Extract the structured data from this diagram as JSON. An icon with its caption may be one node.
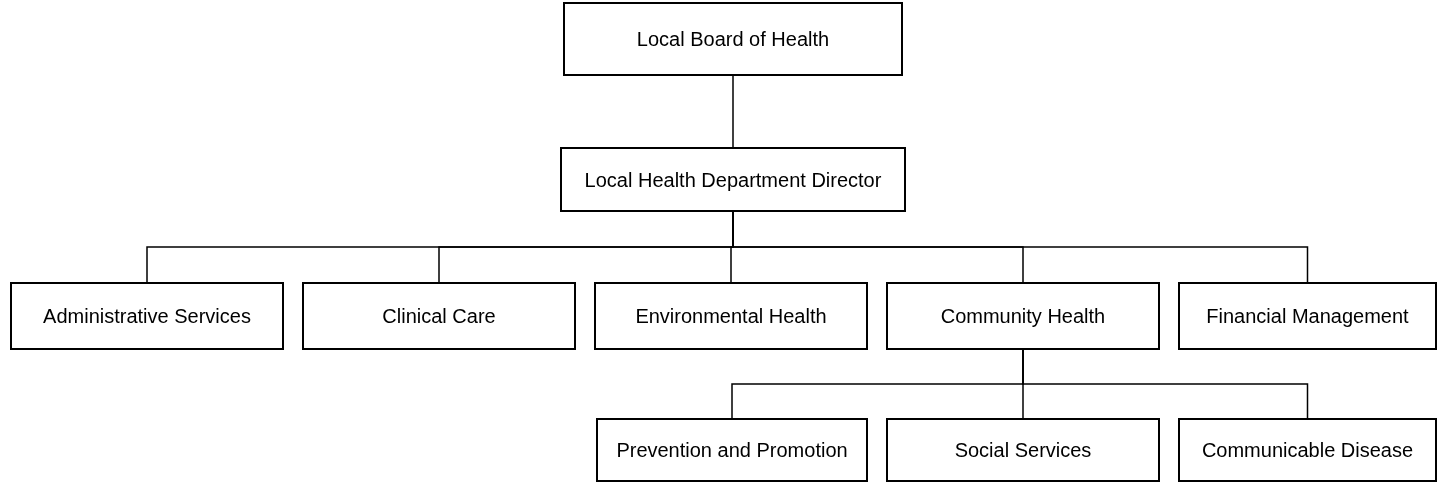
{
  "diagram": {
    "nodes": [
      {
        "text": [
          "Local Board of Health"
        ]
      },
      {
        "text": [
          "Local Health Department Director"
        ]
      },
      {
        "text": [
          "Administrative Services"
        ]
      },
      {
        "text": [
          "Clinical Care"
        ]
      },
      {
        "text": [
          "Environmental Health"
        ]
      },
      {
        "text": [
          "Community Health"
        ]
      },
      {
        "text": [
          "Financial Management"
        ]
      },
      {
        "text": [
          "Prevention and Promotion"
        ]
      },
      {
        "text": [
          "Social Services"
        ]
      },
      {
        "text": [
          "Communicable Disease"
        ]
      }
    ],
    "edges": [
      {
        "from": 0,
        "to": 1,
        "arrow": "none"
      },
      {
        "from": 1,
        "to": 2,
        "arrow": "none"
      },
      {
        "from": 1,
        "to": 3,
        "arrow": "none"
      },
      {
        "from": 1,
        "to": 4,
        "arrow": "none"
      },
      {
        "from": 1,
        "to": 5,
        "arrow": "none"
      },
      {
        "from": 1,
        "to": 6,
        "arrow": "none"
      },
      {
        "from": 5,
        "to": 7,
        "arrow": "none"
      },
      {
        "from": 5,
        "to": 8,
        "arrow": "none"
      },
      {
        "from": 5,
        "to": 9,
        "arrow": "none"
      }
    ]
  }
}
